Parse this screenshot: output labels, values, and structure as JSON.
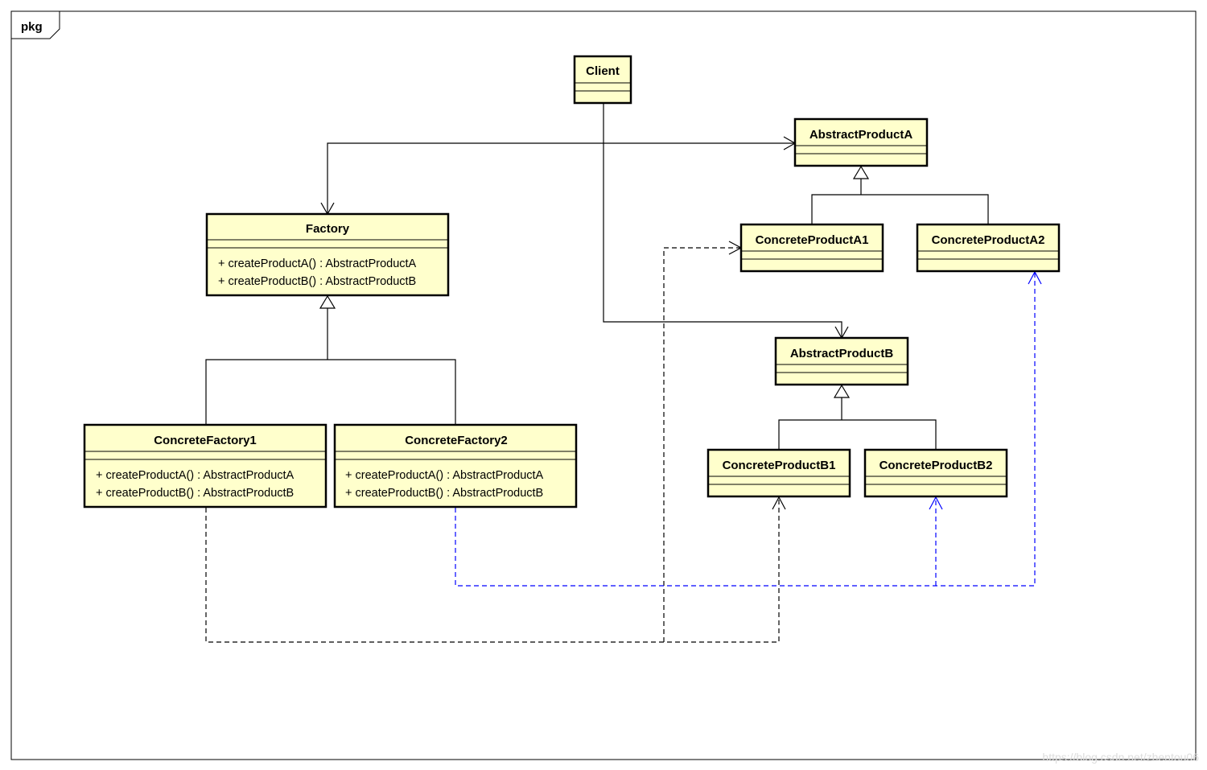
{
  "frame": {
    "label": "pkg"
  },
  "classes": {
    "client": {
      "name": "Client"
    },
    "factory": {
      "name": "Factory",
      "operations": [
        "+ createProductA() : AbstractProductA",
        "+ createProductB() : AbstractProductB"
      ]
    },
    "concrete_factory1": {
      "name": "ConcreteFactory1",
      "operations": [
        "+ createProductA() : AbstractProductA",
        "+ createProductB() : AbstractProductB"
      ]
    },
    "concrete_factory2": {
      "name": "ConcreteFactory2",
      "operations": [
        "+ createProductA() : AbstractProductA",
        "+ createProductB() : AbstractProductB"
      ]
    },
    "abstract_product_a": {
      "name": "AbstractProductA"
    },
    "concrete_product_a1": {
      "name": "ConcreteProductA1"
    },
    "concrete_product_a2": {
      "name": "ConcreteProductA2"
    },
    "abstract_product_b": {
      "name": "AbstractProductB"
    },
    "concrete_product_b1": {
      "name": "ConcreteProductB1"
    },
    "concrete_product_b2": {
      "name": "ConcreteProductB2"
    }
  },
  "colors": {
    "class_fill": "#ffffcc",
    "line": "#000000",
    "factory2_dependency": "#0000ff"
  },
  "watermark": "https://blog.csdn.net/zhentou06"
}
